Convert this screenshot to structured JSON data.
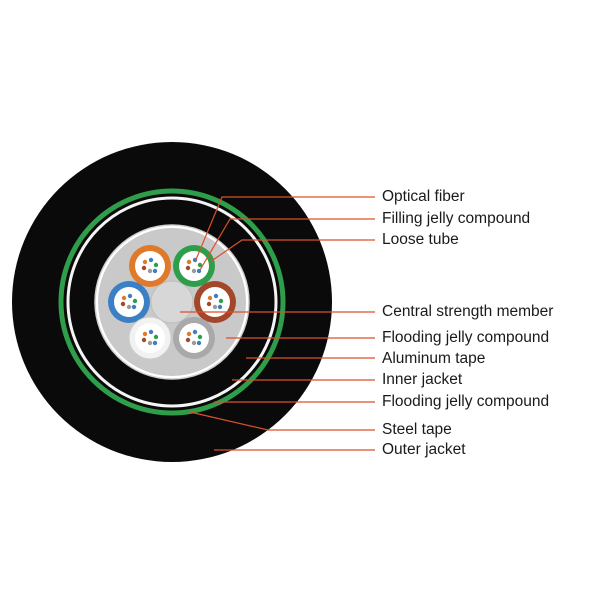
{
  "labels": {
    "optical_fiber": "Optical fiber",
    "filling_jelly": "Filling jelly compound",
    "loose_tube": "Loose tube",
    "central_strength": "Central strength member",
    "flooding_jelly_inner": "Flooding jelly compound",
    "aluminum_tape": "Aluminum tape",
    "inner_jacket": "Inner jacket",
    "flooding_jelly_outer": "Flooding jelly compound",
    "steel_tape": "Steel tape",
    "outer_jacket": "Outer jacket"
  },
  "colors": {
    "outer_jacket": "#0a0a0a",
    "steel_tape": "#2f9e4a",
    "leader_line": "#d9502b",
    "tube_orange": "#e07a2a",
    "tube_green": "#2f9e4a",
    "tube_blue": "#3b7fc4",
    "tube_brown": "#a2472a",
    "tube_white": "#f2f2f2",
    "tube_gray": "#a9a9a9",
    "central_member": "#cfcfcf"
  }
}
